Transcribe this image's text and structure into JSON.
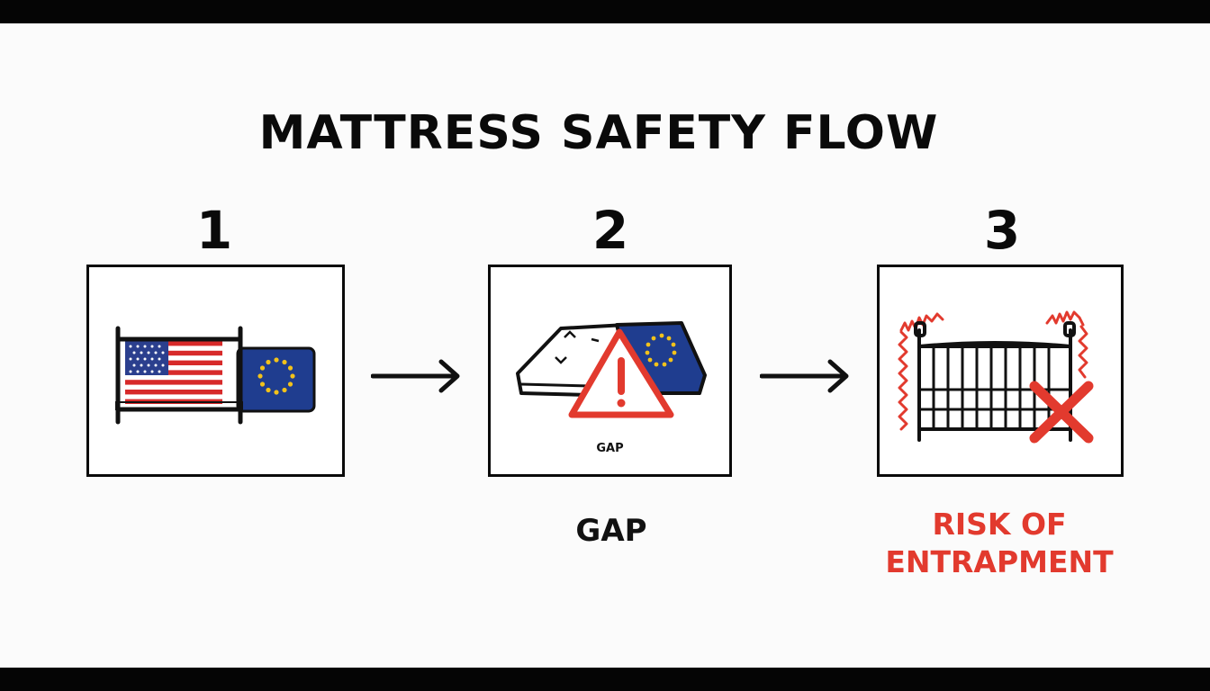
{
  "title": "MATTRESS SAFETY FLOW",
  "steps": [
    {
      "number": "1",
      "icon": "us-eu-crib-mattress-icon"
    },
    {
      "number": "2",
      "icon": "mattress-gap-warning-icon",
      "inner_label": "GAP",
      "caption": "GAP"
    },
    {
      "number": "3",
      "icon": "crib-entrapment-risk-icon",
      "caption_line1": "RISK OF",
      "caption_line2": "ENTRAPMENT"
    }
  ],
  "colors": {
    "danger": "#e23a2e",
    "eu_blue": "#1f3d8f",
    "eu_star": "#f2c21b",
    "us_red": "#d72a2a",
    "us_blue": "#2b3f8e"
  }
}
